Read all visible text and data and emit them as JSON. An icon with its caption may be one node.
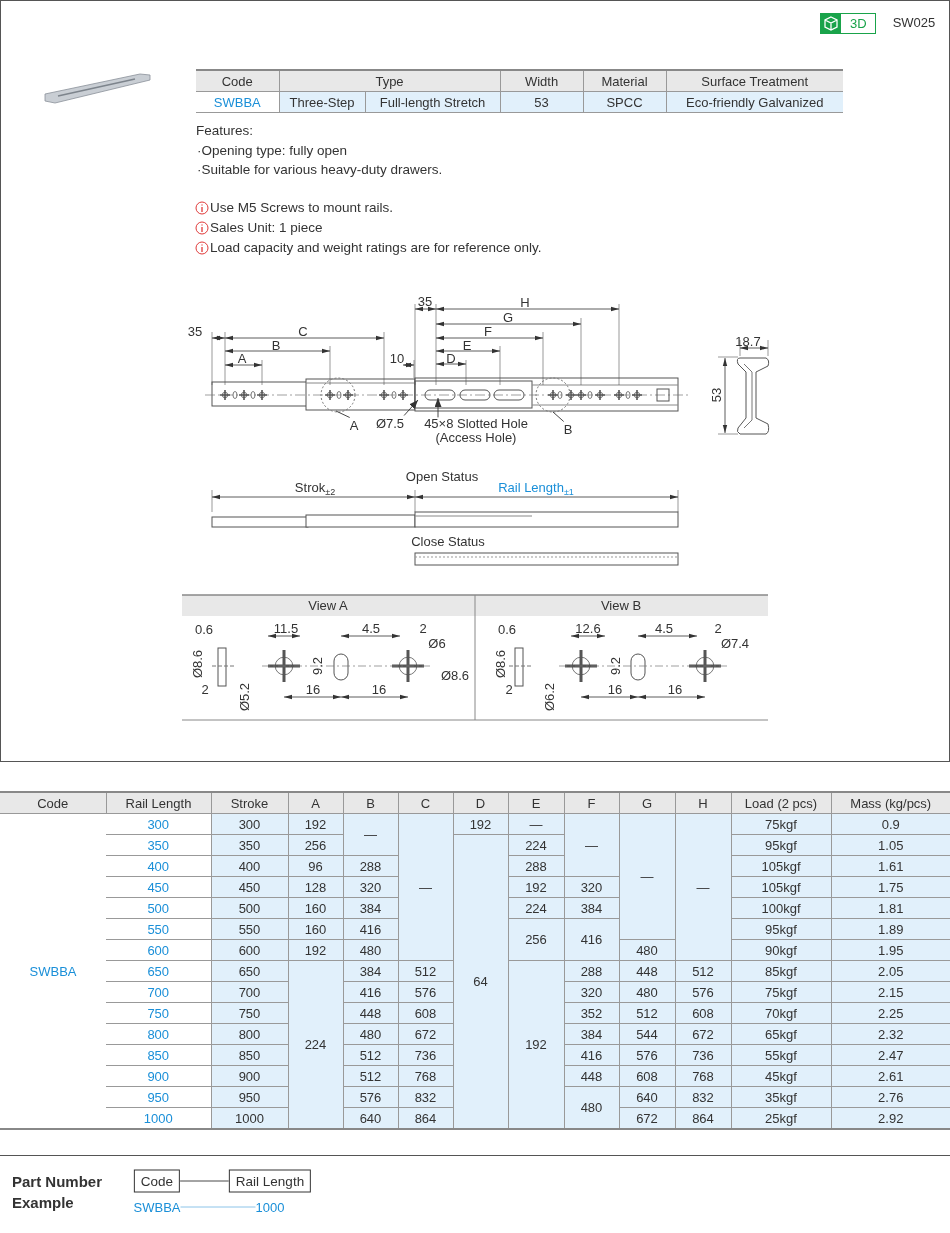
{
  "diagram": {
    "nodes": [
      {
        "text": [
          "A"
        ]
      },
      {
        "text": [
          "B"
        ]
      },
      {
        "text": [
          "Ø7.5"
        ]
      },
      {
        "text": [
          "45×8 Slotted Hole (Access Hole)"
        ]
      },
      {
        "text": [
          "Code"
        ]
      },
      {
        "text": [
          "Rail Length"
        ]
      },
      {
        "text": [
          "SWBBA"
        ]
      },
      {
        "text": [
          "1000"
        ]
      }
    ],
    "edges": [
      {
        "from": 0,
        "to": null,
        "arrow": "none"
      },
      {
        "from": 1,
        "to": null,
        "arrow": "none"
      },
      {
        "from": 2,
        "to": null,
        "arrow": "to"
      },
      {
        "from": 3,
        "to": null,
        "arrow": "to"
      },
      {
        "from": 4,
        "to": 5,
        "arrow": "none"
      },
      {
        "from": 6,
        "to": 7,
        "arrow": "none",
        "color": "#7fbde6"
      }
    ],
    "labels": [
      "3D",
      "SW025",
      "Code",
      "Type",
      "Width",
      "Material",
      "Surface Treatment",
      "SWBBA",
      "Three-Step",
      "Full-length Stretch",
      "53",
      "SPCC",
      "Eco-friendly Galvanized",
      "Features:",
      "·Opening type: fully open",
      "·Suitable for various heavy-duty drawers.",
      "Use M5 Screws to mount rails.",
      "Sales Unit: 1 piece",
      "Load capacity and weight ratings are for reference only.",
      "35",
      "H",
      "G",
      "35",
      "C",
      "F",
      "B",
      "E",
      "18.7",
      "A",
      "10",
      "D",
      "53",
      "Open Status",
      "Strok$_{±2}$",
      "Rail Length$_{±1}$",
      "Close Status",
      "View A",
      "View B",
      "0.6",
      "11.5",
      "4.5",
      "2",
      "Ø6",
      "Ø8.6",
      "9.2",
      "Ø8.6",
      "2",
      "Ø5.2",
      "16",
      "16",
      "0.6",
      "12.6",
      "4.5",
      "2",
      "Ø7.4",
      "Ø8.6",
      "9.2",
      "2",
      "Ø6.2",
      "16",
      "16",
      "Code",
      "Rail Length",
      "Stroke",
      "A",
      "B",
      "C",
      "D",
      "E",
      "F",
      "G",
      "H",
      "Load (2 pcs)",
      "Mass (kg/pcs)",
      "SWBBA",
      "300",
      "300",
      "192",
      "—",
      "—",
      "192",
      "—",
      "—",
      "—",
      "—",
      "75kgf",
      "0.9",
      "350",
      "350",
      "256",
      "64",
      "224",
      "95kgf",
      "1.05",
      "400",
      "400",
      "96",
      "288",
      "288",
      "105kgf",
      "1.61",
      "450",
      "450",
      "128",
      "320",
      "192",
      "320",
      "105kgf",
      "1.75",
      "500",
      "500",
      "160",
      "384",
      "224",
      "384",
      "100kgf",
      "1.81",
      "550",
      "550",
      "160",
      "416",
      "256",
      "416",
      "95kgf",
      "1.89",
      "600",
      "600",
      "192",
      "480",
      "480",
      "90kgf",
      "1.95",
      "650",
      "650",
      "224",
      "384",
      "512",
      "192",
      "288",
      "448",
      "512",
      "85kgf",
      "2.05",
      "700",
      "700",
      "416",
      "576",
      "320",
      "480",
      "576",
      "75kgf",
      "2.15",
      "750",
      "750",
      "448",
      "608",
      "352",
      "512",
      "608",
      "70kgf",
      "2.25",
      "800",
      "800",
      "480",
      "672",
      "384",
      "544",
      "672",
      "65kgf",
      "2.32",
      "850",
      "850",
      "512",
      "736",
      "416",
      "576",
      "736",
      "55kgf",
      "2.47",
      "900",
      "900",
      "512",
      "768",
      "448",
      "608",
      "768",
      "45kgf",
      "2.61",
      "950",
      "950",
      "576",
      "832",
      "480",
      "640",
      "832",
      "35kgf",
      "2.76",
      "1000",
      "1000",
      "640",
      "864",
      "672",
      "864",
      "25kgf",
      "2.92",
      "Part Number Example"
    ]
  }
}
